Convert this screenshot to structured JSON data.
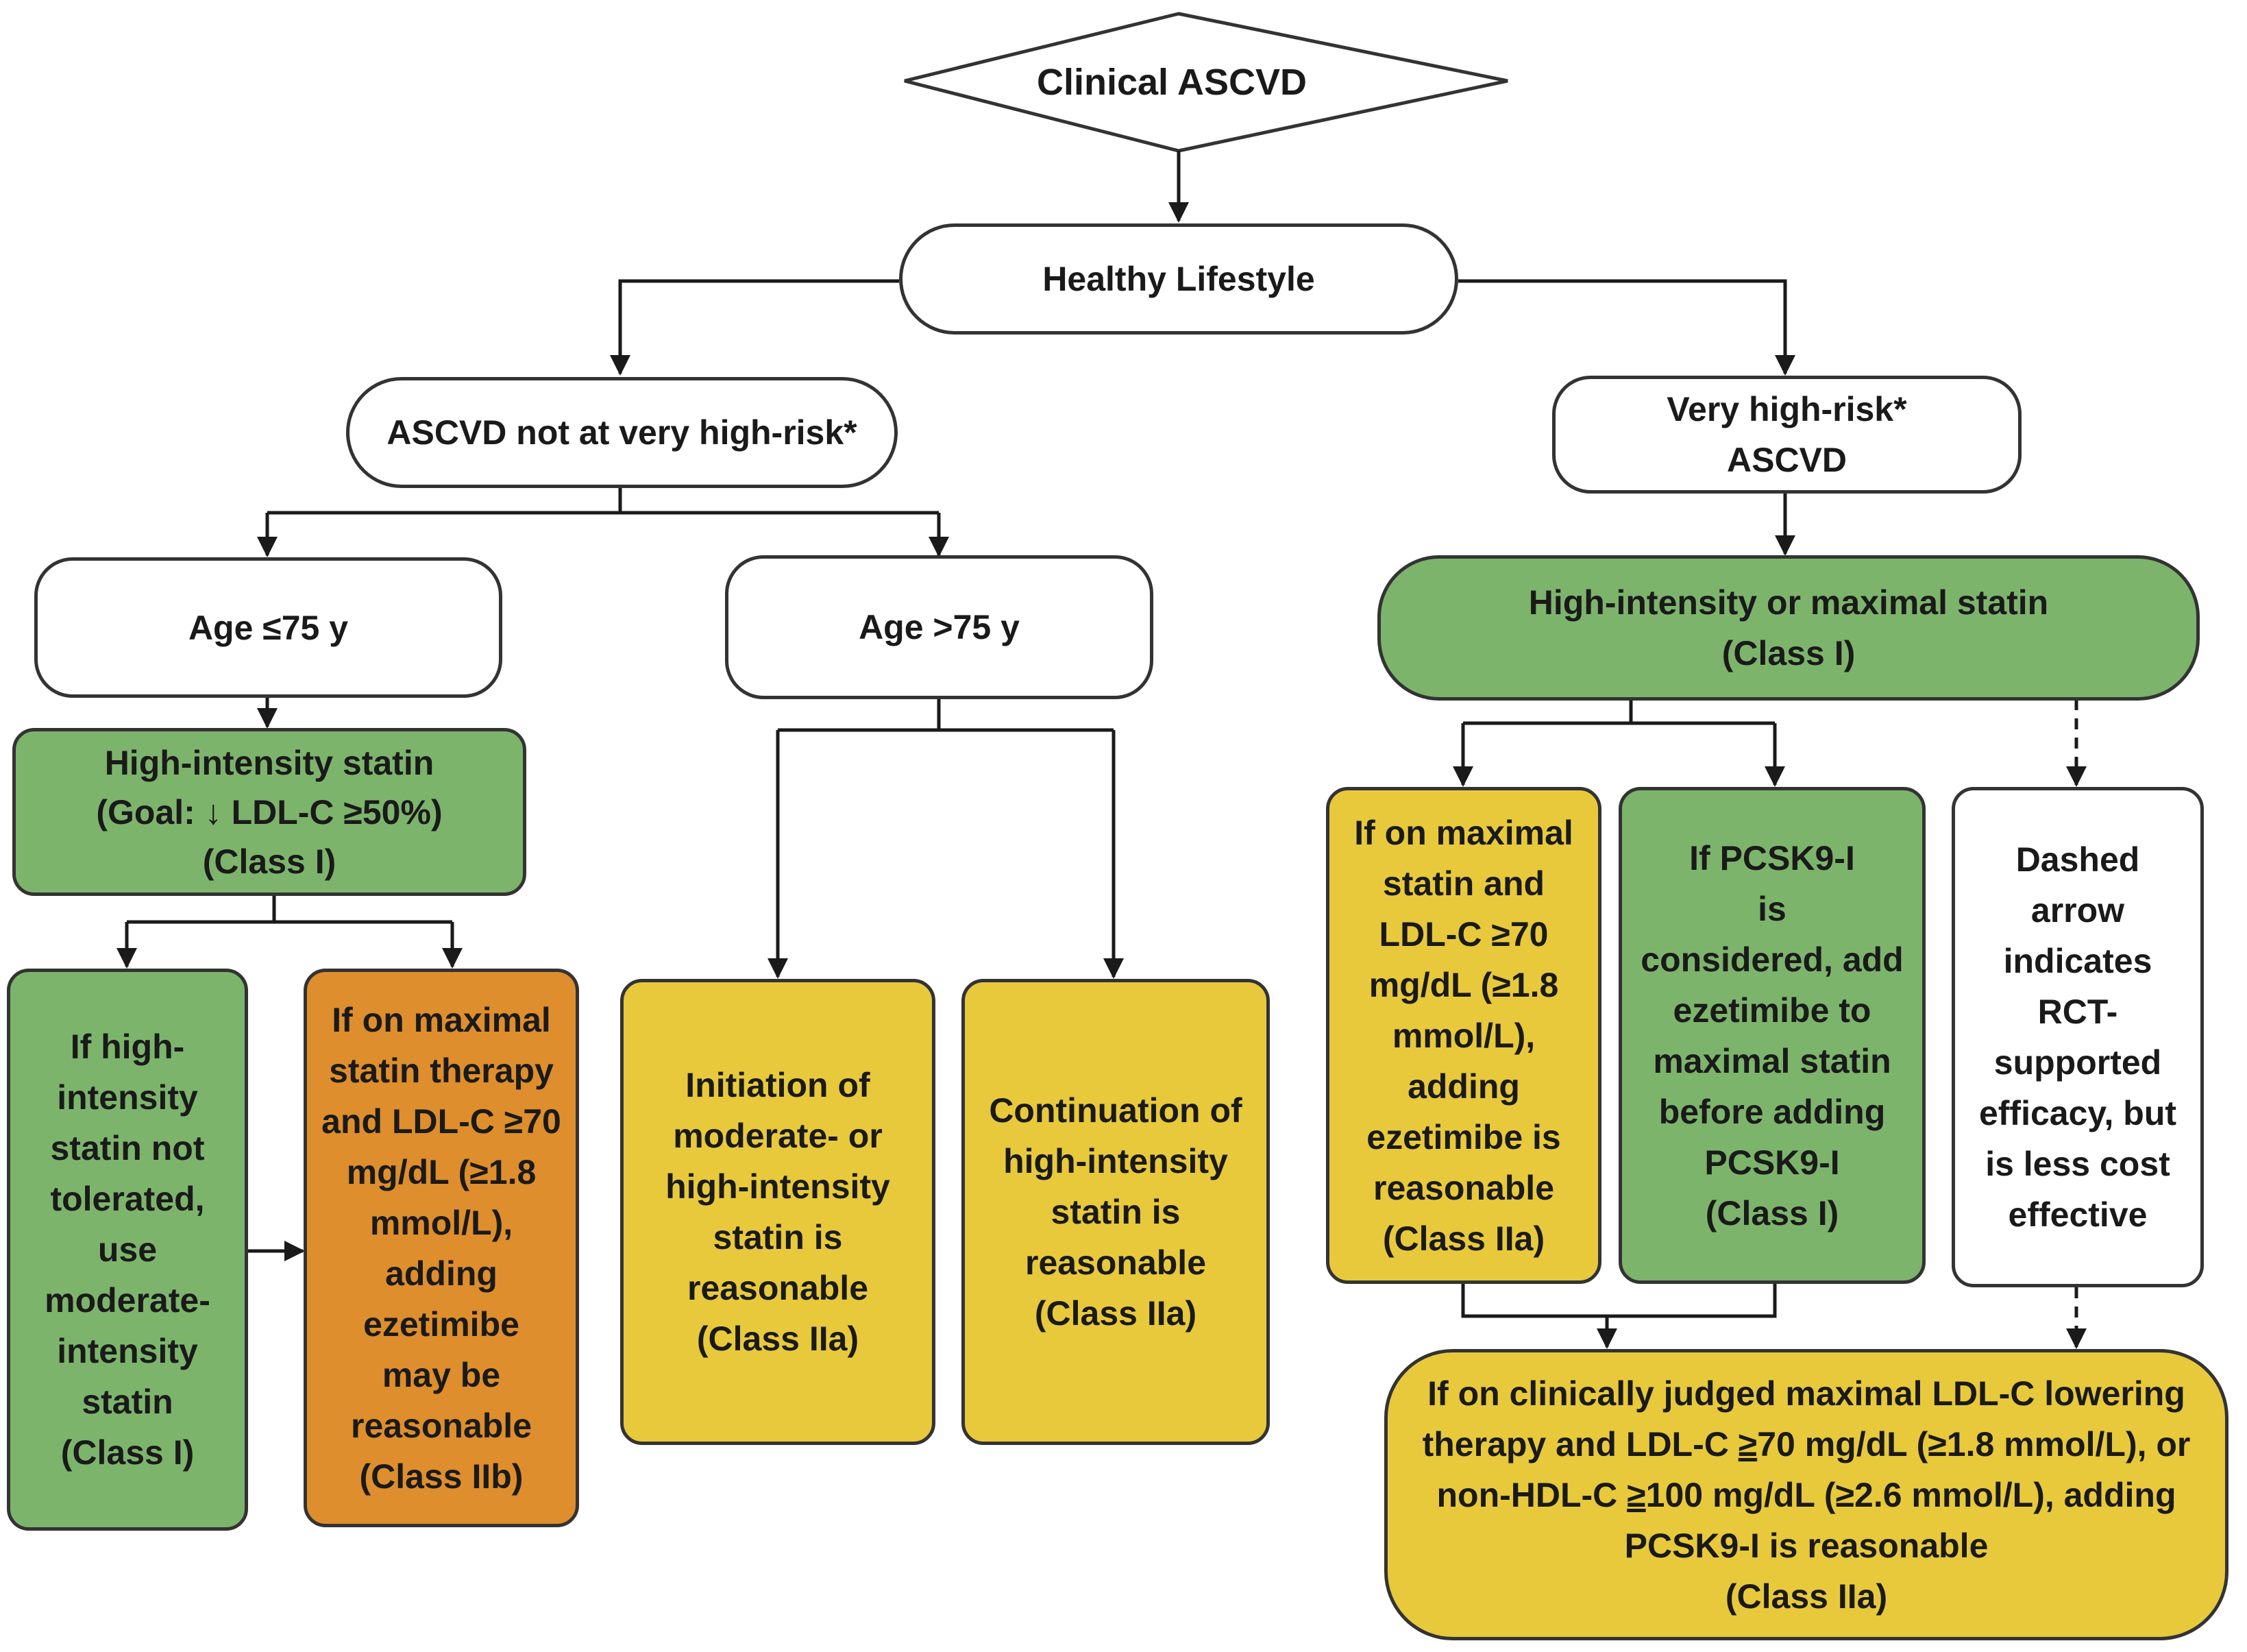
{
  "colors": {
    "green": "#7db46c",
    "yellow": "#e8c93c",
    "orange": "#de8e2c",
    "white": "#ffffff",
    "stroke": "#333333"
  },
  "nodes": {
    "clinical_ascvd": "Clinical ASCVD",
    "healthy_lifestyle": "Healthy Lifestyle",
    "not_very_high_risk": "ASCVD not at very high-risk*",
    "very_high_risk": [
      "Very high-risk*",
      "ASCVD"
    ],
    "age_le_75": "Age ≤75 y",
    "age_gt_75": "Age >75 y",
    "high_intensity_statin": [
      "High-intensity statin",
      "(Goal: ↓ LDL-C ≥50%)",
      "(Class I)"
    ],
    "high_or_maximal_statin": [
      "High-intensity or maximal statin",
      "(Class I)"
    ],
    "not_tolerated": [
      "If high-",
      "intensity",
      "statin not",
      "tolerated,",
      "use",
      "moderate-",
      "intensity",
      "statin",
      "(Class I)"
    ],
    "ezetimibe_iib": [
      "If on maximal",
      "statin therapy",
      "and LDL-C ≥70",
      "mg/dL (≥1.8",
      "mmol/L),",
      "adding",
      "ezetimibe",
      "may be",
      "reasonable",
      "(Class IIb)"
    ],
    "initiation": [
      "Initiation of",
      "moderate- or",
      "high-intensity",
      "statin is",
      "reasonable",
      "(Class IIa)"
    ],
    "continuation": [
      "Continuation of",
      "high-intensity",
      "statin is",
      "reasonable",
      "(Class IIa)"
    ],
    "ezetimibe_iia": [
      "If on maximal",
      "statin and",
      "LDL-C ≥70",
      "mg/dL (≥1.8",
      "mmol/L),",
      "adding",
      "ezetimibe is",
      "reasonable",
      "(Class IIa)"
    ],
    "pcsk9_considered": [
      "If PCSK9-I",
      "is",
      "considered, add",
      "ezetimibe to",
      "maximal statin",
      "before adding",
      "PCSK9-I",
      "(Class I)"
    ],
    "dashed_note": [
      "Dashed",
      "arrow",
      "indicates",
      "RCT-",
      "supported",
      "efficacy, but",
      "is less cost",
      "effective"
    ],
    "pcsk9_reasonable": {
      "line1": "If on clinically judged maximal LDL-C lowering",
      "line2_a": "therapy and LDL-C ",
      "line2_u": "≥",
      "line2_b": "70 mg/dL (≥1.8 mmol/L), or",
      "line3_a": "non-HDL-C ",
      "line3_u": "≥",
      "line3_b": "100 mg/dL (≥2.6 mmol/L), adding",
      "line4": "PCSK9-I is reasonable",
      "line5": "(Class IIa)"
    }
  }
}
